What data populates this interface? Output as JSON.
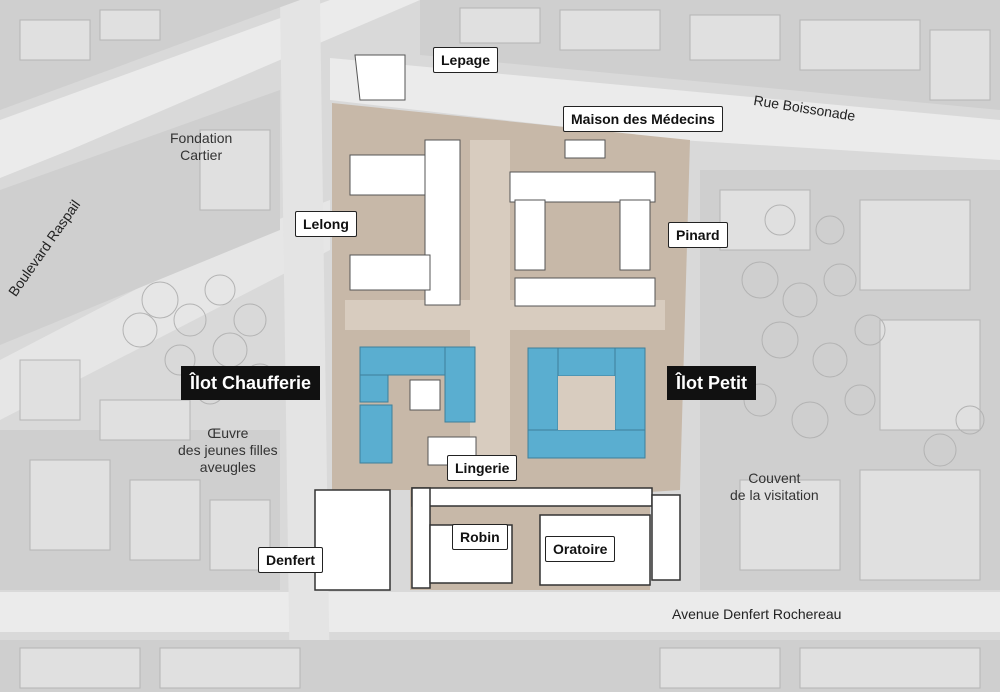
{
  "colors": {
    "background": "#d9d9d9",
    "street": "#ebebeb",
    "block": "#cfcfcf",
    "hospital_ground": "#c7b8a8",
    "building": "#ffffff",
    "highlight": "#5aaed0",
    "tree": "#bdbdbd"
  },
  "labels": {
    "lepage": "Lepage",
    "maison_medecins": "Maison des Médecins",
    "lelong": "Lelong",
    "pinard": "Pinard",
    "lingerie": "Lingerie",
    "robin": "Robin",
    "oratoire": "Oratoire",
    "denfert": "Denfert"
  },
  "zones": {
    "ilot_chaufferie": "Îlot Chaufferie",
    "ilot_petit": "Îlot Petit"
  },
  "places": {
    "fondation_line1": "Fondation",
    "fondation_line2": "Cartier",
    "oeuvre_line1": "Œuvre",
    "oeuvre_line2": "des jeunes filles",
    "oeuvre_line3": "aveugles",
    "couvent_line1": "Couvent",
    "couvent_line2": "de la visitation"
  },
  "streets": {
    "boulevard_raspail": "Boulevard Raspail",
    "rue_boissonade": "Rue Boissonade",
    "avenue_denfert": "Avenue Denfert Rochereau"
  }
}
